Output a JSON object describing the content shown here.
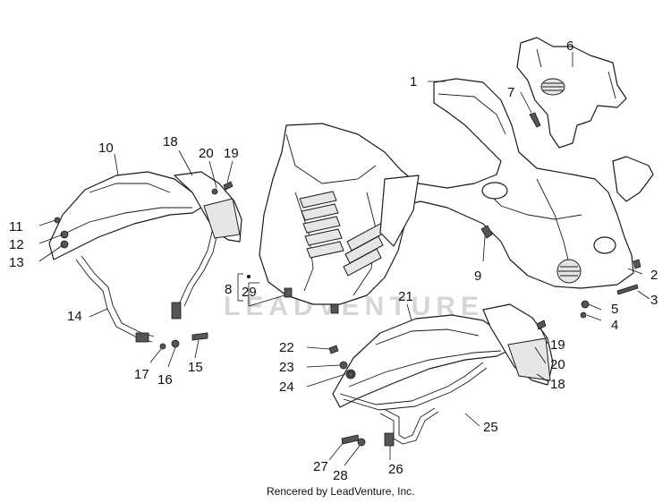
{
  "diagram": {
    "watermark": "LEADVENTURE",
    "credit": "Rencered by LeadVenture, Inc.",
    "callouts": {
      "c1": "1",
      "c2": "2",
      "c3": "3",
      "c4": "4",
      "c5": "5",
      "c6": "6",
      "c7": "7",
      "c8": "8",
      "c9": "9",
      "c10": "10",
      "c11": "11",
      "c12": "12",
      "c13": "13",
      "c14": "14",
      "c15": "15",
      "c16": "16",
      "c17": "17",
      "c18a": "18",
      "c19a": "19",
      "c20a": "20",
      "c21": "21",
      "c22": "22",
      "c23": "23",
      "c24": "24",
      "c25": "25",
      "c26": "26",
      "c27": "27",
      "c28": "28",
      "c29": "29",
      "c19b": "19",
      "c20b": "20",
      "c18b": "18"
    }
  }
}
